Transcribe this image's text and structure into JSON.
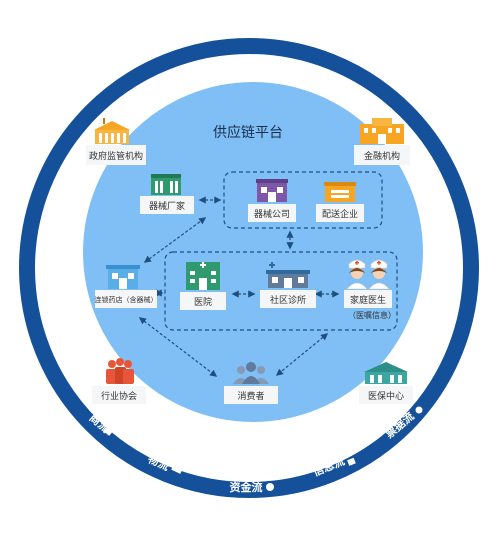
{
  "platform": {
    "title": "供应链平台"
  },
  "nodes": {
    "gov": "政府监管机构",
    "finance": "金融机构",
    "device_maker": "器械厂家",
    "device_company": "器械公司",
    "distribution": "配送企业",
    "pharmacy": "连锁药店（含器械）",
    "hospital": "医院",
    "clinic": "社区诊所",
    "family_doctor": "家庭医生",
    "prescription": "（医嘱信息）",
    "association": "行业协会",
    "consumer": "消费者",
    "insurance": "医保中心"
  },
  "flows": [
    "商流",
    "物流",
    "资金流",
    "信息流",
    "票据流"
  ],
  "colors": {
    "ring": "#14519a",
    "platform": "#7fbff5",
    "arrow": "#1f4f7f",
    "green": "#2f9a6e",
    "purple": "#7f56a8",
    "orange": "#f6a623",
    "teal": "#3aa7a0",
    "slate": "#5f7a9a",
    "red": "#e8563a"
  }
}
